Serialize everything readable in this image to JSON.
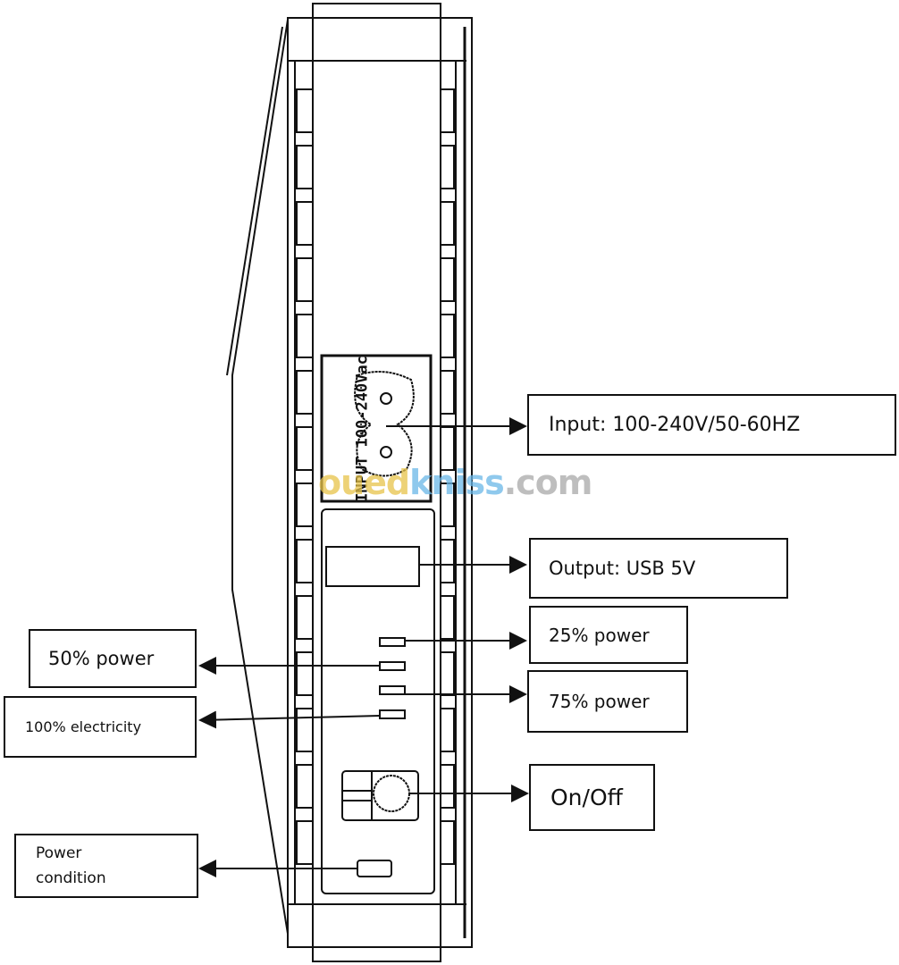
{
  "device": {
    "inlet_marking": "INPUT 100-240Vac",
    "watermark": "ouedkniss.com"
  },
  "labels": {
    "input": "Input: 100-240V/50-60HZ",
    "output": "Output: USB 5V",
    "p25": "25% power",
    "p50": "50% power",
    "p75": "75% power",
    "p100": "100% electricity",
    "onoff": "On/Off",
    "power_condition_1": "Power",
    "power_condition_2": "condition"
  },
  "colors": {
    "line": "#111111",
    "watermark_yellow": "#e8c44a",
    "watermark_blue": "#6ab7e8",
    "watermark_gray": "#a9a9a9"
  }
}
